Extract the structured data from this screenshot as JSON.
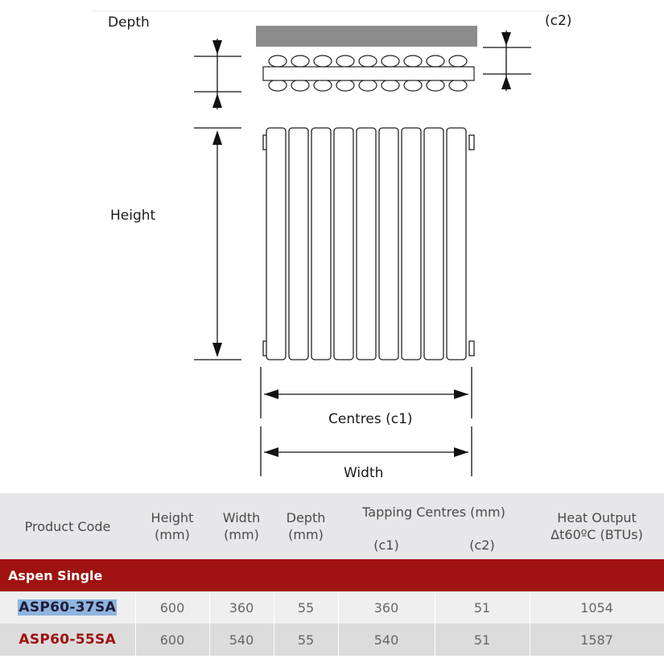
{
  "diagram": {
    "depth_label": "Depth",
    "c2_label": "(c2)",
    "height_label": "Height",
    "centres_label": "Centres (c1)",
    "width_label": "Width"
  },
  "table": {
    "headers": {
      "product_code": "Product Code",
      "height_line1": "Height",
      "height_line2": "(mm)",
      "width_line1": "Width",
      "width_line2": "(mm)",
      "depth_line1": "Depth",
      "depth_line2": "(mm)",
      "tapping": "Tapping Centres (mm)",
      "c1": "(c1)",
      "c2": "(c2)",
      "heat_line1": "Heat Output",
      "heat_line2": "Δt60ºC (BTUs)"
    },
    "section_title": "Aspen Single",
    "rows": [
      {
        "code": "ASP60-37SA",
        "height": "600",
        "width": "360",
        "depth": "55",
        "c1": "360",
        "c2": "51",
        "heat": "1054"
      },
      {
        "code": "ASP60-55SA",
        "height": "600",
        "width": "540",
        "depth": "55",
        "c1": "540",
        "c2": "51",
        "heat": "1587"
      }
    ]
  },
  "colors": {
    "brand_red": "#a01111",
    "header_grey": "#e7e7e9",
    "row_light": "#efefef",
    "row_dark": "#dcdcdc",
    "top_bar": "#8c8c8c"
  }
}
